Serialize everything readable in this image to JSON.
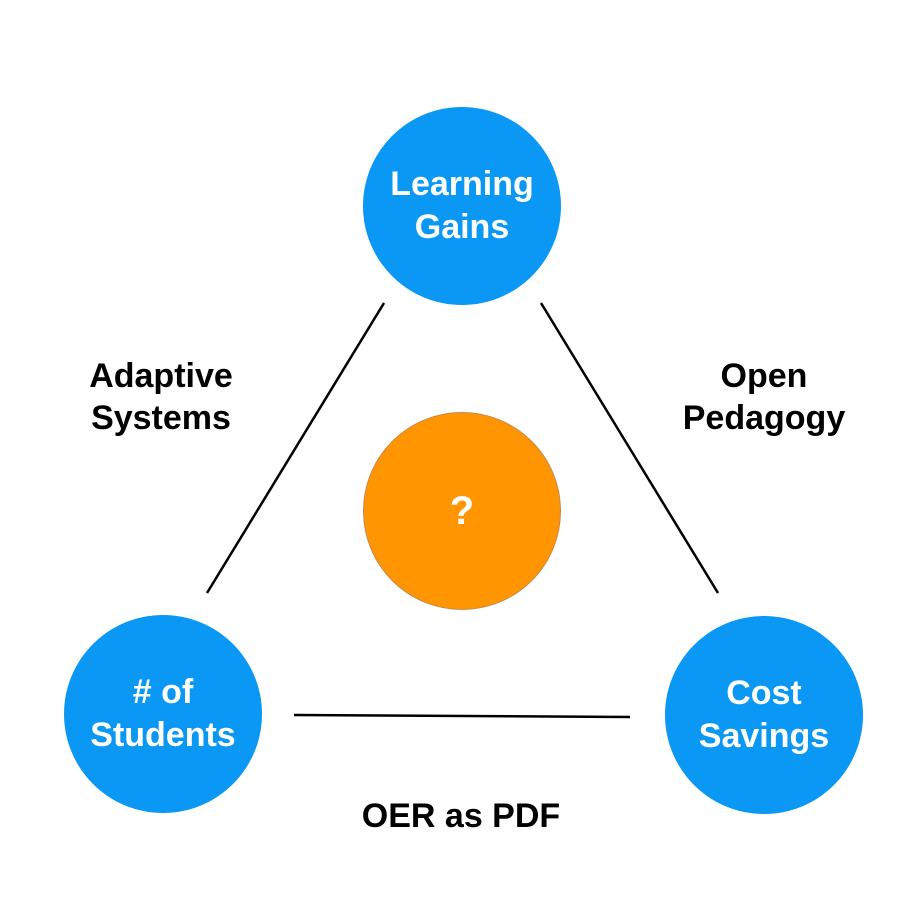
{
  "colors": {
    "node_blue": "#0A98F4",
    "center_orange": "#FF9500",
    "line": "#000000",
    "label_text": "#000000",
    "node_text": "#FFFFFF"
  },
  "nodes": {
    "top": {
      "lines": [
        "Learning",
        "Gains"
      ]
    },
    "bottom_left": {
      "lines": [
        "# of",
        "Students"
      ]
    },
    "bottom_right": {
      "lines": [
        "Cost",
        "Savings"
      ]
    },
    "center": {
      "lines": [
        "?"
      ]
    }
  },
  "edges": {
    "left": {
      "from": "top",
      "to": "bottom_left",
      "label": [
        "Adaptive",
        "Systems"
      ]
    },
    "right": {
      "from": "top",
      "to": "bottom_right",
      "label": [
        "Open",
        "Pedagogy"
      ]
    },
    "bottom": {
      "from": "bottom_left",
      "to": "bottom_right",
      "label": [
        "OER as PDF"
      ]
    }
  }
}
